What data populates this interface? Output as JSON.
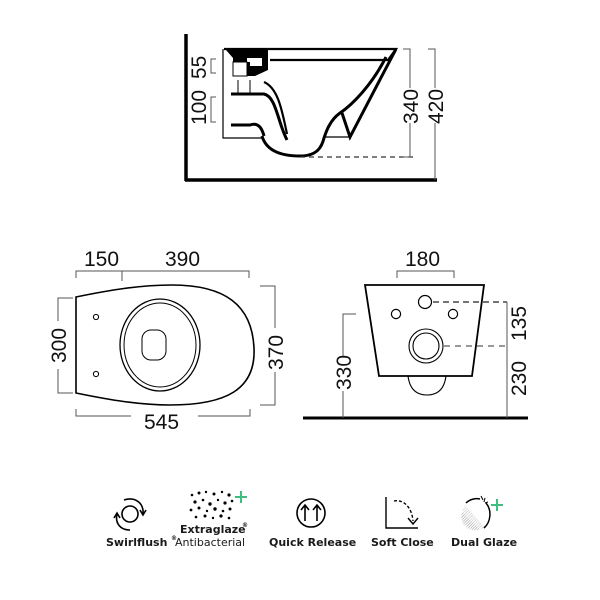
{
  "side_view": {
    "dimensions": {
      "top_height": "55",
      "inlet_height": "100",
      "bowl_depth": "340",
      "total_height": "420"
    }
  },
  "top_view": {
    "dimensions": {
      "rear_to_hinge": "150",
      "hinge_to_front": "390",
      "rear_width": "300",
      "max_width": "370",
      "total_length": "545"
    }
  },
  "rear_view": {
    "dimensions": {
      "fixing_spacing": "180",
      "top_to_outlet": "135",
      "outlet_height": "230",
      "rim_height": "330"
    }
  },
  "features": [
    {
      "icon": "swirlflush-icon",
      "label": "Swirlflush",
      "mark": "®"
    },
    {
      "icon": "extraglaze-icon",
      "label": "Extraglaze",
      "mark": "®",
      "sublabel": "Antibacterial"
    },
    {
      "icon": "quick-release-icon",
      "label": "Quick Release"
    },
    {
      "icon": "soft-close-icon",
      "label": "Soft Close"
    },
    {
      "icon": "dual-glaze-icon",
      "label": "Dual Glaze"
    }
  ],
  "colors": {
    "line": "#000000",
    "dimension_line": "#555555",
    "accent_plus": "#3fbf7f"
  }
}
